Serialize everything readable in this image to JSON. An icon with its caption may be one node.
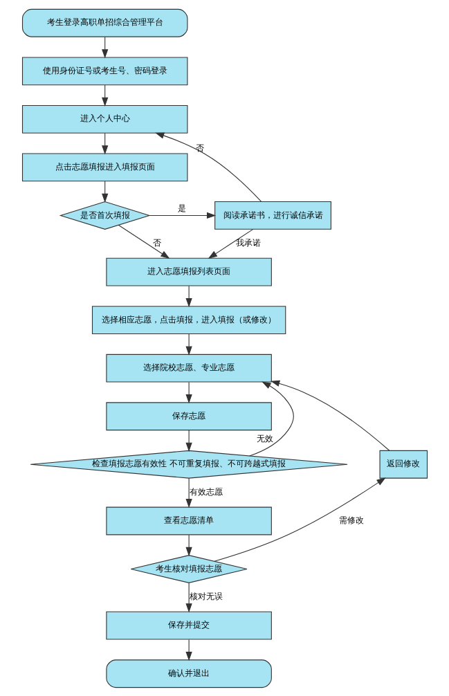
{
  "diagram": {
    "nodes": [
      {
        "text": [
          "考生登录高职单招综合管理平台"
        ]
      },
      {
        "text": [
          "使用身份证号或考生号、密码登录"
        ]
      },
      {
        "text": [
          "进入个人中心"
        ]
      },
      {
        "text": [
          "点击志愿填报进入填报页面"
        ]
      },
      {
        "text": [
          "是否首次填报"
        ]
      },
      {
        "text": [
          "阅读承诺书，进行诚信承诺"
        ]
      },
      {
        "text": [
          "进入志愿填报列表页面"
        ]
      },
      {
        "text": [
          "选择相应志愿，点击填报，进入填报（或修改）"
        ]
      },
      {
        "text": [
          "选择院校志愿、专业志愿"
        ]
      },
      {
        "text": [
          "保存志愿"
        ]
      },
      {
        "text": [
          "检查填报志愿有效性 不可重复填报、不可跨越式填报"
        ]
      },
      {
        "text": [
          "查看志愿清单"
        ]
      },
      {
        "text": [
          "考生核对填报志愿"
        ]
      },
      {
        "text": [
          "返回修改"
        ]
      },
      {
        "text": [
          "保存并提交"
        ]
      },
      {
        "text": [
          "确认并退出"
        ]
      }
    ],
    "edges": [
      {
        "from": 0,
        "to": 1,
        "arrow": "to"
      },
      {
        "from": 1,
        "to": 2,
        "arrow": "to"
      },
      {
        "from": 2,
        "to": 3,
        "arrow": "to"
      },
      {
        "from": 3,
        "to": 4,
        "arrow": "to"
      },
      {
        "from": 4,
        "to": 5,
        "arrow": "to",
        "label": "是"
      },
      {
        "from": 4,
        "to": 6,
        "arrow": "to",
        "label": "否"
      },
      {
        "from": 5,
        "to": 2,
        "arrow": "to",
        "label": "否"
      },
      {
        "from": 5,
        "to": 6,
        "arrow": "to",
        "label": "我承诺"
      },
      {
        "from": 6,
        "to": 7,
        "arrow": "to"
      },
      {
        "from": 7,
        "to": 8,
        "arrow": "to"
      },
      {
        "from": 8,
        "to": 9,
        "arrow": "to"
      },
      {
        "from": 9,
        "to": 10,
        "arrow": "to"
      },
      {
        "from": 10,
        "to": 8,
        "arrow": "to",
        "label": "无效"
      },
      {
        "from": 10,
        "to": 11,
        "arrow": "to",
        "label": "有效志愿"
      },
      {
        "from": 11,
        "to": 12,
        "arrow": "to"
      },
      {
        "from": 12,
        "to": 13,
        "arrow": "to",
        "label": "需修改"
      },
      {
        "from": 13,
        "to": 8,
        "arrow": "to"
      },
      {
        "from": 12,
        "to": 14,
        "arrow": "to",
        "label": "核对无误"
      },
      {
        "from": 14,
        "to": 15,
        "arrow": "to"
      }
    ]
  }
}
